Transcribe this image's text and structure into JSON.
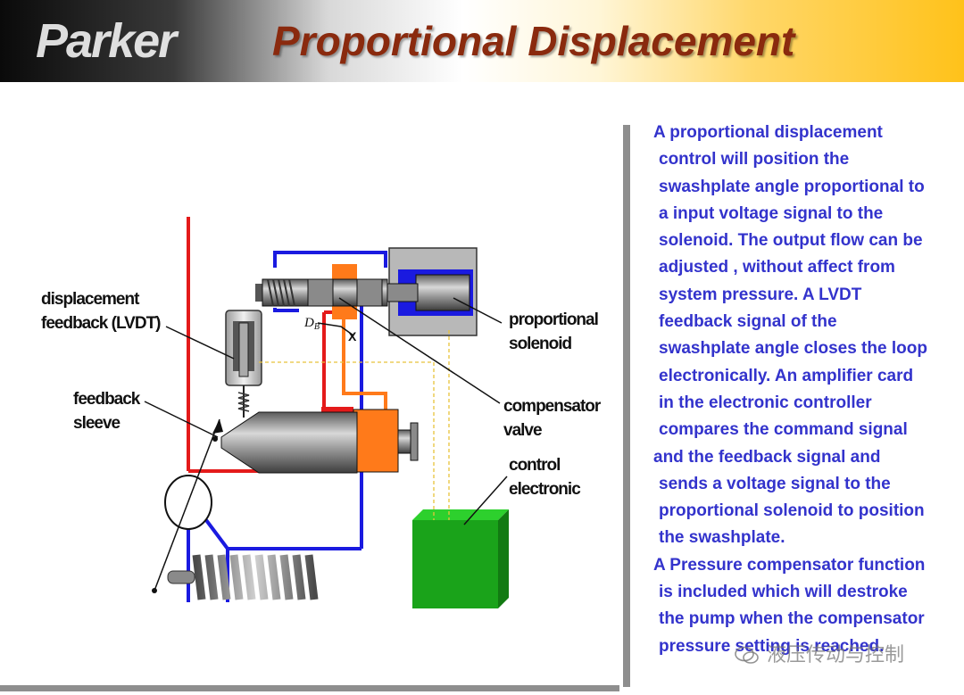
{
  "header": {
    "logo_text": "Parker",
    "title": "Proportional Displacement"
  },
  "diagram": {
    "labels": {
      "displacement_feedback_line1": "displacement",
      "displacement_feedback_line2": "feedback (LVDT)",
      "feedback_sleeve_line1": "feedback",
      "feedback_sleeve_line2": "sleeve",
      "proportional_solenoid_line1": "proportional",
      "proportional_solenoid_line2": "solenoid",
      "compensator_valve_line1": "compensator",
      "compensator_valve_line2": "valve",
      "control_electronic_line1": "control",
      "control_electronic_line2": "electronic",
      "db": "D",
      "db_sub": "B",
      "x_mark": "X"
    },
    "colors": {
      "pressure_line": "#e41a1a",
      "tank_line": "#1a1ae0",
      "compensator": "#ff7a1a",
      "controller": "#1aa31a",
      "body_grey": "#8a8a8a"
    }
  },
  "text_panel": {
    "lines": [
      "A proportional displacement",
      "control will position the",
      "swashplate angle proportional to",
      "a input voltage signal to the",
      "solenoid. The output flow can be",
      "adjusted , without affect from",
      "system  pressure. A LVDT",
      "feedback signal of the",
      "swashplate angle closes the loop",
      "electronically. An amplifier card",
      "in the electronic controller",
      "compares the command signal",
      "and the feedback signal and",
      "sends a voltage signal to the",
      "proportional solenoid to position",
      "the swashplate.",
      "A Pressure compensator function",
      "is included which will destroke",
      "the pump when the compensator",
      "pressure setting is reached."
    ],
    "color": "#3333cc"
  },
  "watermark": {
    "text": "液压传动与控制",
    "icon": "wechat-icon"
  }
}
